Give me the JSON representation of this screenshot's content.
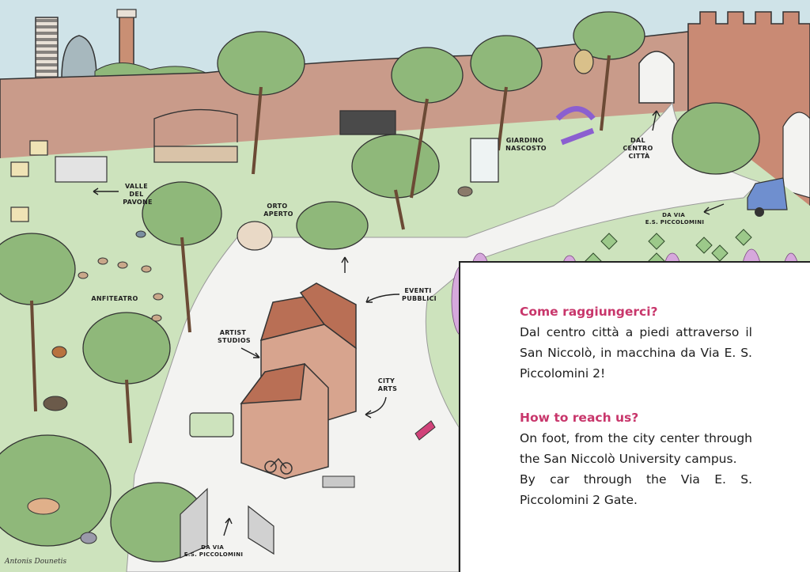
{
  "colors": {
    "accent_heading": "#c8366b",
    "sky": "#cfe3e8",
    "wall": "#c99b8a",
    "grass": "#cde3bd",
    "tree": "#8fb87a",
    "path": "#f3f3f1",
    "building": "#d7a48e",
    "roof": "#b96f55"
  },
  "map_labels": {
    "valle": [
      "VALLE",
      "DEL",
      "PAVONE"
    ],
    "orto": [
      "ORTO",
      "APERTO"
    ],
    "giardino": [
      "GIARDINO",
      "NASCOSTO"
    ],
    "dal_centro": [
      "DAL",
      "CENTRO",
      "CITTÀ"
    ],
    "da_via_right": [
      "DA VIA",
      "E.S. PICCOLOMINI"
    ],
    "anfiteatro": "ANFITEATRO",
    "eventi": [
      "EVENTI",
      "PUBBLICI"
    ],
    "artist": [
      "ARTIST",
      "STUDIOS"
    ],
    "city_arts": [
      "CITY",
      "ARTS"
    ],
    "da_via_bottom": [
      "DA VIA",
      "E.S. PICCOLOMINI"
    ],
    "signature": "Antonis Dounetis"
  },
  "info": {
    "it_title": "Come raggiungerci?",
    "it_body": "Dal centro città a piedi attraverso il San Niccolò, in macchina da Via E. S. Piccolomini 2!",
    "en_title": "How to reach us?",
    "en_body_1": "On foot, from the city center through the San Niccolò University campus.",
    "en_body_2": "By car through the Via E. S. Piccolomini 2 Gate."
  },
  "icons": [
    "tower-icon",
    "dome-icon",
    "tree-icon",
    "greenhouse-icon",
    "beehive-icon",
    "car-icon",
    "bicycle-icon",
    "rabbit-icon",
    "squirrel-icon",
    "deer-icon",
    "hedgehog-icon",
    "bird-icon",
    "wisteria-icon",
    "ivy-icon",
    "oven-icon",
    "bench-icon",
    "gate-icon",
    "arrow-icon"
  ]
}
